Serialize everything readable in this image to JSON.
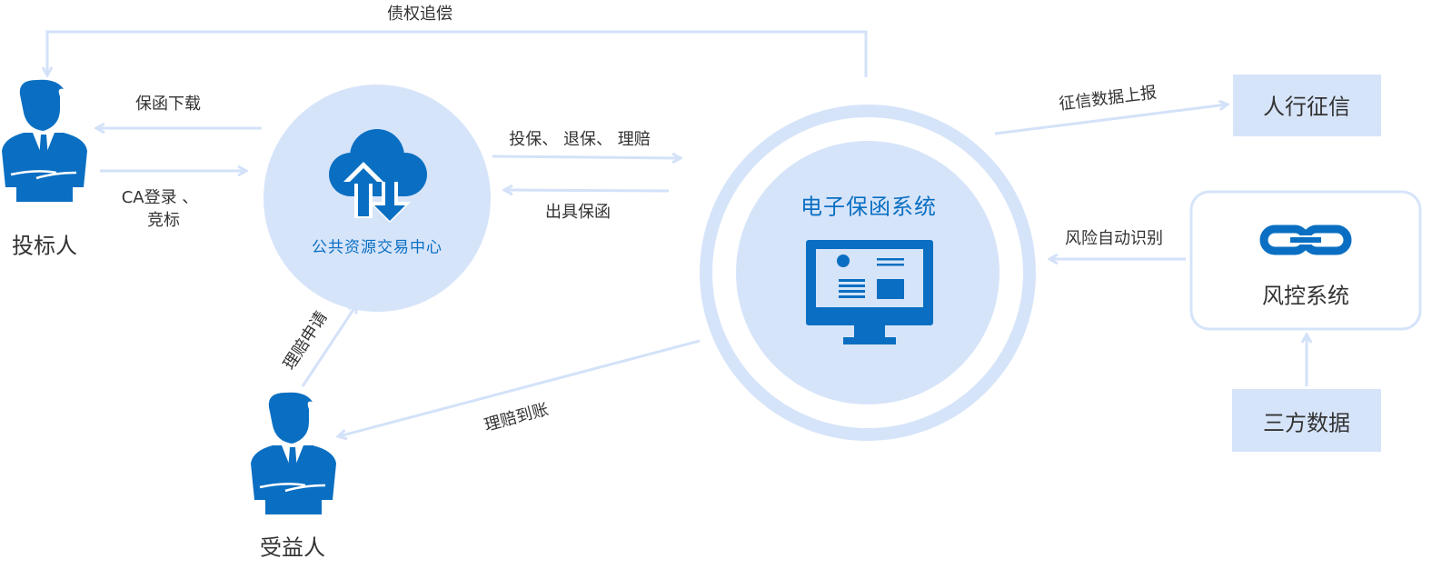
{
  "nodes": {
    "bidder": "投标人",
    "beneficiary": "受益人",
    "trading_center": "公共资源交易中心",
    "guarantee_system": "电子保函系统",
    "pboc_credit": "人行征信",
    "risk_system": "风控系统",
    "third_party_data": "三方数据"
  },
  "edges": {
    "debt_recovery": "债权追偿",
    "guarantee_download": "保函下载",
    "ca_login_line1": "CA登录 、",
    "ca_login_line2": "竞标",
    "insure_actions": "投保、 退保、 理赔",
    "issue_guarantee": "出具保函",
    "credit_report": "征信数据上报",
    "risk_identify": "风险自动识别",
    "claim_apply": "理赔申请",
    "claim_paid": "理赔到账"
  },
  "colors": {
    "primary": "#0a6fc2",
    "light": "#d6e4fa",
    "arrow": "#d3e2f9",
    "text": "#333333"
  }
}
